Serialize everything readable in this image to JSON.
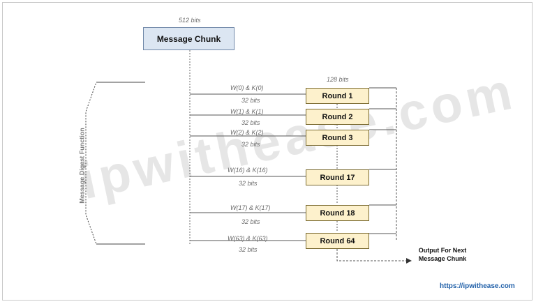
{
  "message_chunk": {
    "label": "Message Chunk",
    "size_label": "512 bits"
  },
  "side_label": "Message Digest Function",
  "round_size_label": "128 bits",
  "rounds": [
    {
      "label": "Round 1",
      "input": "W(0) & K(0)",
      "bits": "32 bits"
    },
    {
      "label": "Round 2",
      "input": "W(1) & K(1)",
      "bits": "32 bits"
    },
    {
      "label": "Round 3",
      "input": "W(2) & K(2)",
      "bits": "32 bits"
    },
    {
      "label": "Round 17",
      "input": "W(16) & K(16)",
      "bits": "32 bits"
    },
    {
      "label": "Round 18",
      "input": "W(17) & K(17)",
      "bits": "32 bits"
    },
    {
      "label": "Round 64",
      "input": "W(63) & K(63)",
      "bits": "32 bits"
    }
  ],
  "output_label": "Output For Next Message Chunk",
  "watermark": "ipwithease.com",
  "footer_url": "https://ipwithease.com"
}
